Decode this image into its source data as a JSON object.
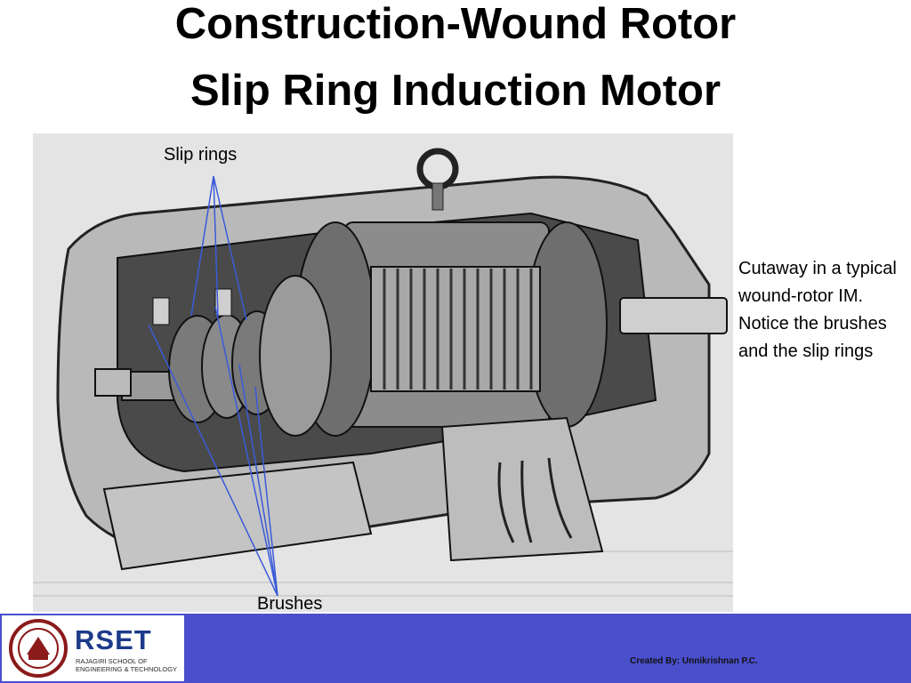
{
  "slide": {
    "title_line1": "Construction-Wound Rotor",
    "title_line2": "Slip Ring Induction Motor"
  },
  "figure": {
    "labels": {
      "slip_rings": "Slip rings",
      "brushes": "Brushes"
    },
    "caption": "Cutaway in a typical wound-rotor IM. Notice the brushes and the slip rings",
    "arrow_color": "#3b5bd8"
  },
  "footer": {
    "logo_name": "RSET",
    "logo_subtitle": "RAJAGIRI SCHOOL OF ENGINEERING & TECHNOLOGY",
    "credit": "Created By: Unnikrishnan P.C.",
    "bar_color": "#4a4fcc",
    "brand_color": "#1d3b8a"
  }
}
